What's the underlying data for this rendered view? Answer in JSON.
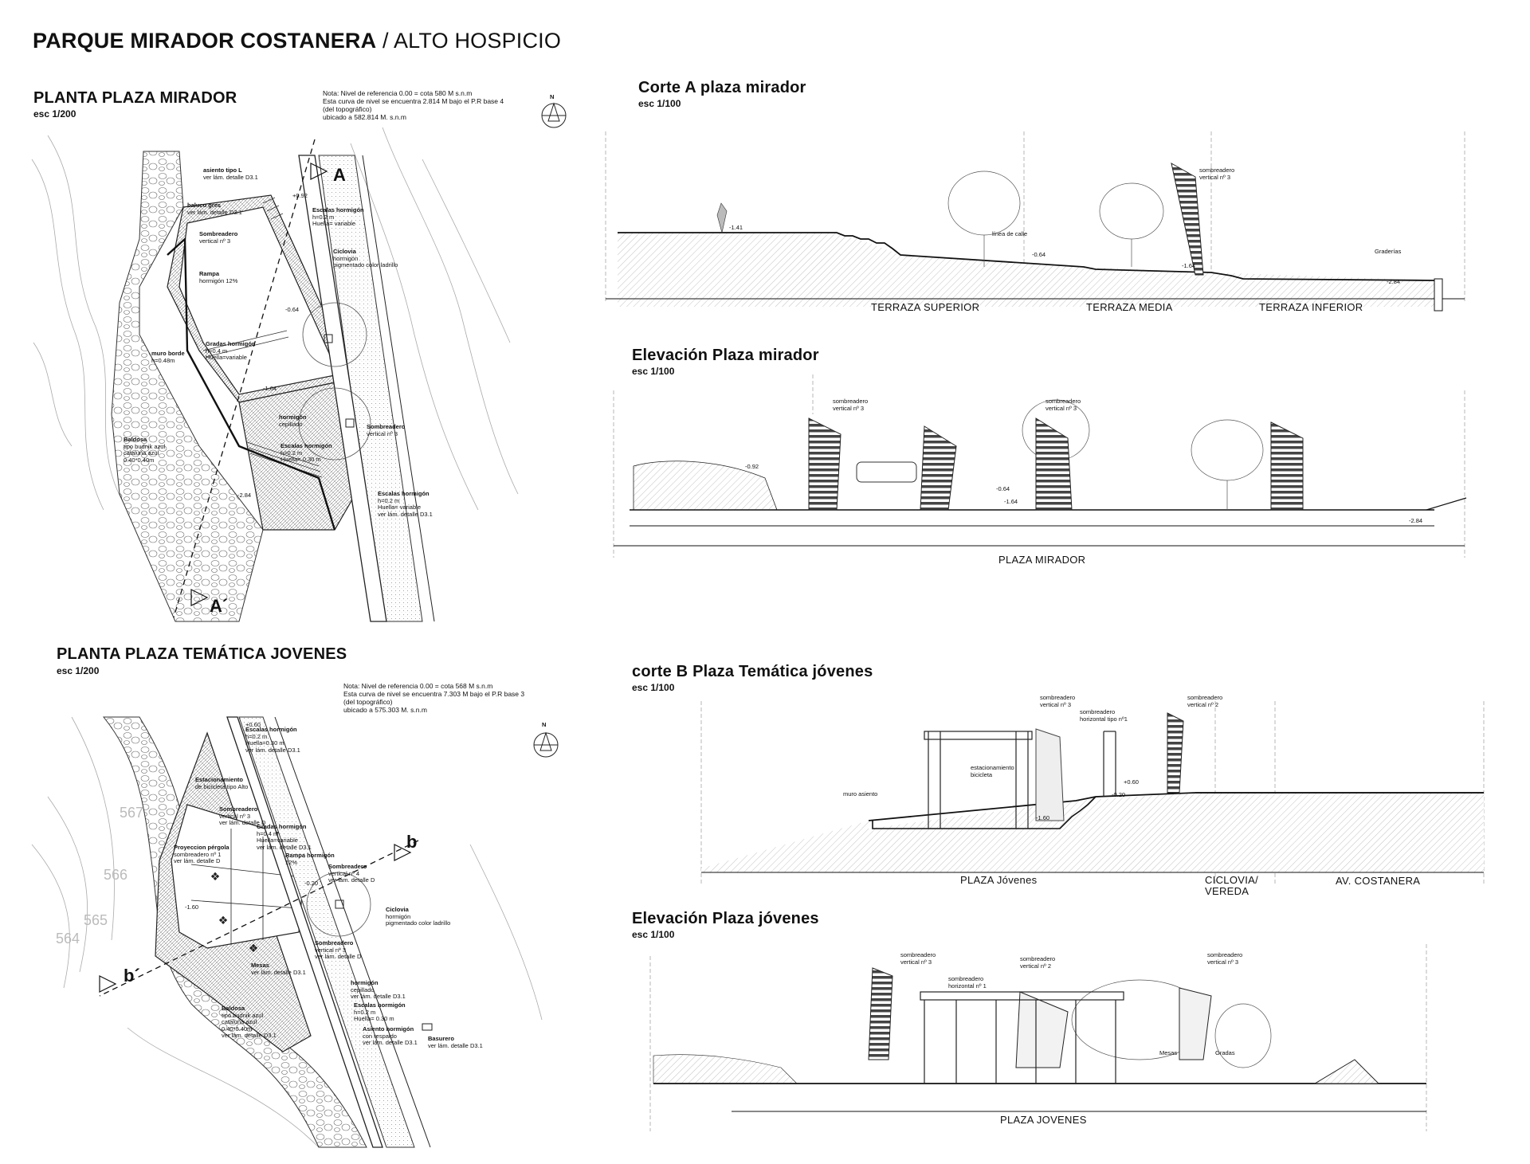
{
  "title": {
    "bold": "PARQUE MIRADOR COSTANERA",
    "sep": " / ",
    "light": "ALTO HOSPICIO"
  },
  "planta_mirador": {
    "title": "PLANTA PLAZA MIRADOR",
    "scale": "esc 1/200",
    "note_lines": [
      "Nota: Nivel de referencia 0.00 = cota 580 M s.n.m",
      "Esta curva de nivel se encuentra 2.814 M bajo el P.R base 4",
      "(del topográfico)",
      "ubicado a 582.814 M. s.n.m"
    ],
    "north": "N",
    "section_start": "A",
    "section_end": "A´",
    "levels": [
      "+0.92",
      "-0.64",
      "-1.64",
      "-2.84"
    ],
    "labels": [
      {
        "t": "asiento tipo L",
        "s": "ver lám. detalle D3.1"
      },
      {
        "t": "baluco gres",
        "s": "ver lám. detalle D3.1"
      },
      {
        "t": "Escalas hormigón",
        "s": "h=0.2 m\nHuella= variable"
      },
      {
        "t": "Sombreadero",
        "s": "vertical nº 3"
      },
      {
        "t": "Ciclovia",
        "s": "hormigón\npigmentado color ladrillo"
      },
      {
        "t": "Rampa",
        "s": "hormigón 12%"
      },
      {
        "t": "muro borde",
        "s": "h=0.48m"
      },
      {
        "t": "Gradas hormigón",
        "s": "h=0.4 m\nHuella=variable"
      },
      {
        "t": "hormigón",
        "s": "cepillado"
      },
      {
        "t": "Sombreadero",
        "s": "vertical nº 3"
      },
      {
        "t": "Baldosa",
        "s": "tipo budnik azul\ncataluña azul\n0.40*0.40m"
      },
      {
        "t": "Escalas hormigón",
        "s": "h=0.2 m\nHuella= 0.30 m"
      },
      {
        "t": "Escalas hormigón",
        "s": "h=0.2 m\nHuella= variable\nver lám. detalle D3.1"
      }
    ]
  },
  "corte_a": {
    "title": "Corte A plaza mirador",
    "scale": "esc 1/100",
    "zones": [
      "TERRAZA SUPERIOR",
      "TERRAZA MEDIA",
      "TERRAZA INFERIOR"
    ],
    "labels": [
      "sombreadero vertical nº 3",
      "línea de calle",
      "Graderías"
    ],
    "levels": [
      "-1.41",
      "-0.64",
      "-1.64",
      "-2.84"
    ]
  },
  "elev_mirador": {
    "title": "Elevación Plaza mirador",
    "scale": "esc 1/100",
    "zone": "PLAZA MIRADOR",
    "labels": [
      "sombreadero vertical nº 3",
      "sombreadero vertical nº 3"
    ],
    "levels": [
      "-0.92",
      "-0.64",
      "-1.64",
      "-2.84"
    ]
  },
  "planta_jovenes": {
    "title": "PLANTA PLAZA TEMÁTICA JOVENES",
    "scale": "esc 1/200",
    "note_lines": [
      "Nota: Nivel de referencia 0.00 = cota 568 M s.n.m",
      "Esta curva de nivel se encuentra 7.303 M bajo el P.R base 3",
      "(del topográfico)",
      "ubicado a 575.303 M. s.n.m"
    ],
    "north": "N",
    "section_start": "b",
    "section_end": "b´",
    "contours": [
      "567",
      "566",
      "565",
      "564"
    ],
    "levels": [
      "+0.60",
      "-0.20",
      "-1.60"
    ],
    "labels": [
      {
        "t": "Escalas hormigón",
        "s": "h=0.2 m\nHuella=0.30 m\nver lám. detalle D3.1"
      },
      {
        "t": "Estacionamiento",
        "s": "de bicicleta tipo Alto"
      },
      {
        "t": "Sombreadero",
        "s": "vertical nº 3\nver lám. detalle D"
      },
      {
        "t": "Gradas hormigón",
        "s": "h=0.4 m\nHuella=variable\nver lám. detalle D3.1"
      },
      {
        "t": "Proyeccion pérgola",
        "s": "sombreadero nº 1\nver lám. detalle D"
      },
      {
        "t": "Rampa hormigón",
        "s": "12%"
      },
      {
        "t": "Sombreadero",
        "s": "vertical nº 4\nver lám. detalle D"
      },
      {
        "t": "Ciclovia",
        "s": "hormigón\npigmentado color ladrillo"
      },
      {
        "t": "Sombreadero",
        "s": "vertical nº 3\nver lám. detalle D"
      },
      {
        "t": "hormigón",
        "s": "cepillado\nver lám. detalle D3.1"
      },
      {
        "t": "Mesas",
        "s": "ver lám. detalle D3.1"
      },
      {
        "t": "Baldosa",
        "s": "tipo budnik azul\ncataluña azul\n0.40*0.40m\nver lám. detalle D3.1"
      },
      {
        "t": "Escalas hormigón",
        "s": "h=0.2 m\nHuella= 0.30 m"
      },
      {
        "t": "Asiento hormigón",
        "s": "con respaldo\nver lám. detalle D3.1"
      },
      {
        "t": "Basurero",
        "s": "ver lám. detalle D3.1"
      }
    ]
  },
  "corte_b": {
    "title": "corte B Plaza Temática jóvenes",
    "scale": "esc 1/100",
    "zones": [
      "PLAZA Jóvenes",
      "CICLOVIA/\nVEREDA",
      "AV. COSTANERA"
    ],
    "labels": [
      "sombreadero vertical nº 3",
      "sombreadero horizontal tipo nº1",
      "sombreadero vertical nº 2",
      "estacionamiento bicicleta",
      "muro asiento"
    ],
    "levels": [
      "+0.60",
      "-0.20",
      "-1.60"
    ]
  },
  "elev_jovenes": {
    "title": "Elevación Plaza jóvenes",
    "scale": "esc 1/100",
    "zone": "PLAZA JOVENES",
    "labels": [
      "sombreadero vertical nº 3",
      "sombreadero horizontal nº 1",
      "sombreadero vertical nº 2",
      "sombreadero vertical nº 3",
      "Mesas",
      "Gradas"
    ]
  }
}
